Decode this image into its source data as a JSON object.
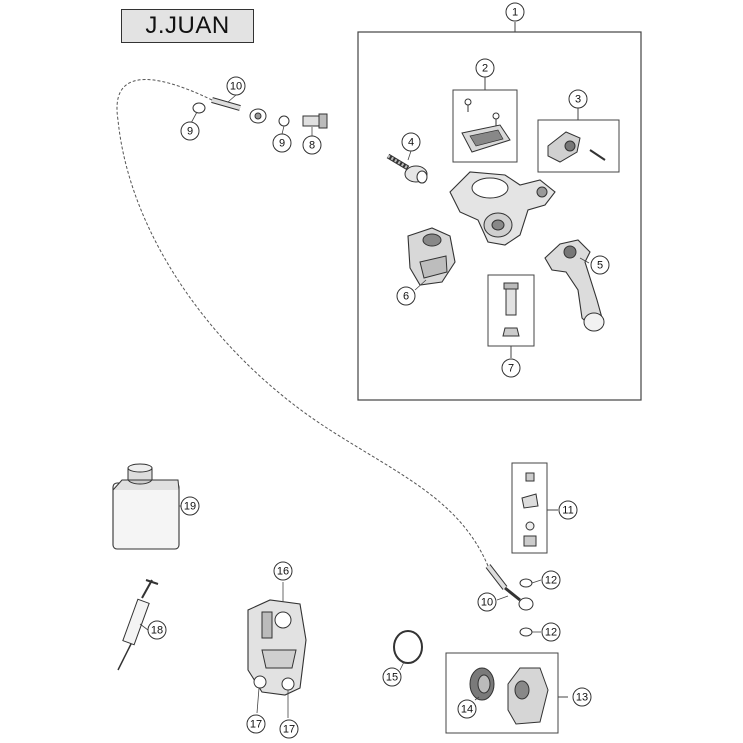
{
  "title": "J.JUAN",
  "callouts": [
    {
      "id": "c1",
      "label": "1"
    },
    {
      "id": "c2",
      "label": "2"
    },
    {
      "id": "c3",
      "label": "3"
    },
    {
      "id": "c4",
      "label": "4"
    },
    {
      "id": "c5",
      "label": "5"
    },
    {
      "id": "c6",
      "label": "6"
    },
    {
      "id": "c7",
      "label": "7"
    },
    {
      "id": "c8",
      "label": "8"
    },
    {
      "id": "c9a",
      "label": "9"
    },
    {
      "id": "c9b",
      "label": "9"
    },
    {
      "id": "c10a",
      "label": "10"
    },
    {
      "id": "c10b",
      "label": "10"
    },
    {
      "id": "c11",
      "label": "11"
    },
    {
      "id": "c12a",
      "label": "12"
    },
    {
      "id": "c12b",
      "label": "12"
    },
    {
      "id": "c13",
      "label": "13"
    },
    {
      "id": "c14",
      "label": "14"
    },
    {
      "id": "c15",
      "label": "15"
    },
    {
      "id": "c16",
      "label": "16"
    },
    {
      "id": "c17a",
      "label": "17"
    },
    {
      "id": "c17b",
      "label": "17"
    },
    {
      "id": "c18",
      "label": "18"
    },
    {
      "id": "c19",
      "label": "19"
    }
  ]
}
